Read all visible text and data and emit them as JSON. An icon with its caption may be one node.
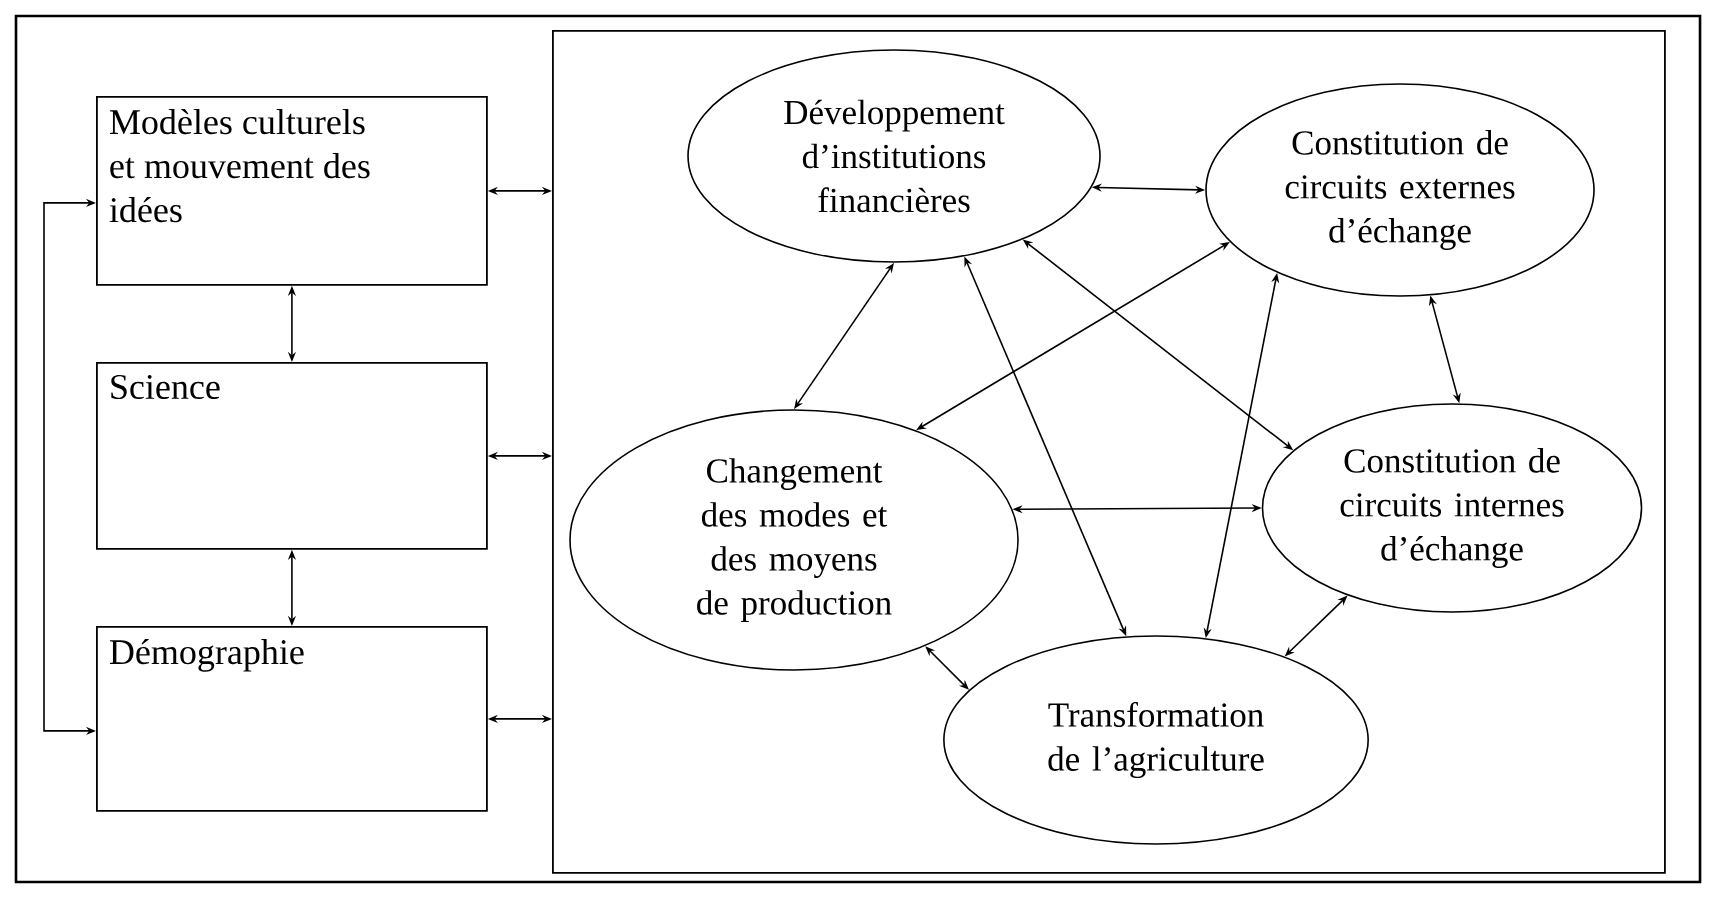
{
  "diagram": {
    "nodes": [
      {
        "text": [
          "Modèles culturels et mouvement des idées"
        ]
      },
      {
        "text": [
          "Science"
        ]
      },
      {
        "text": [
          "Démographie"
        ]
      },
      {
        "text": [],
        "shape": "box"
      },
      {
        "text": [
          "Développement d’institutions financières"
        ],
        "in": 3
      },
      {
        "text": [
          "Constitution de circuits externes d’échange"
        ],
        "in": 3
      },
      {
        "text": [
          "Changement des modes et des moyens de production"
        ],
        "in": 3
      },
      {
        "text": [
          "Constitution de circuits internes d’échange"
        ],
        "in": 3
      },
      {
        "text": [
          "Transformation de l’agriculture"
        ],
        "in": 3
      }
    ],
    "edges": [
      {
        "from": 0,
        "to": 1,
        "arrow": "both"
      },
      {
        "from": 1,
        "to": 2,
        "arrow": "both"
      },
      {
        "from": 0,
        "to": 2,
        "arrow": "both"
      },
      {
        "from": 0,
        "to": 3,
        "arrow": "both"
      },
      {
        "from": 1,
        "to": 3,
        "arrow": "both"
      },
      {
        "from": 2,
        "to": 3,
        "arrow": "both"
      },
      {
        "from": 4,
        "to": 5,
        "arrow": "both"
      },
      {
        "from": 4,
        "to": 6,
        "arrow": "both"
      },
      {
        "from": 4,
        "to": 8,
        "arrow": "both"
      },
      {
        "from": 4,
        "to": 7,
        "arrow": "both"
      },
      {
        "from": 5,
        "to": 6,
        "arrow": "both"
      },
      {
        "from": 5,
        "to": 8,
        "arrow": "both"
      },
      {
        "from": 5,
        "to": 7,
        "arrow": "both"
      },
      {
        "from": 6,
        "to": 7,
        "arrow": "both"
      },
      {
        "from": 6,
        "to": 8,
        "arrow": "both"
      },
      {
        "from": 7,
        "to": 8,
        "arrow": "both"
      }
    ]
  }
}
